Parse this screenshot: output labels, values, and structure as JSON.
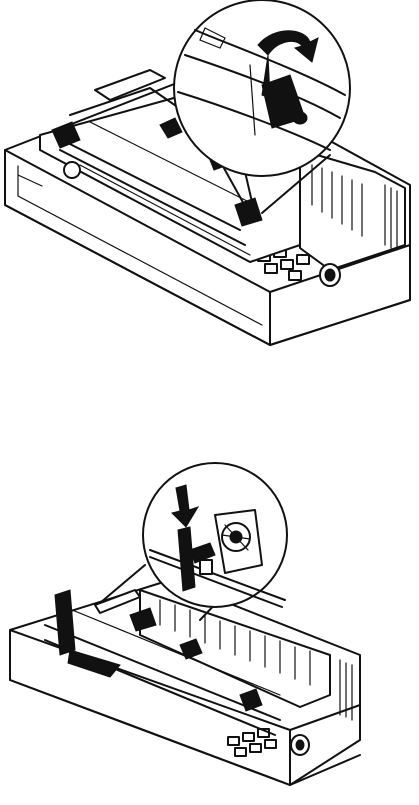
{
  "figures": [
    {
      "id": "release-lever-rotate",
      "callout_icon": "curved-rotate-arrow-icon",
      "subject": "printer-top-view"
    },
    {
      "id": "tractor-lever-press",
      "callout_icon": "down-arrow-icon",
      "subject": "printer-top-view"
    }
  ],
  "colors": {
    "ink": "#111111",
    "paper": "#ffffff"
  }
}
